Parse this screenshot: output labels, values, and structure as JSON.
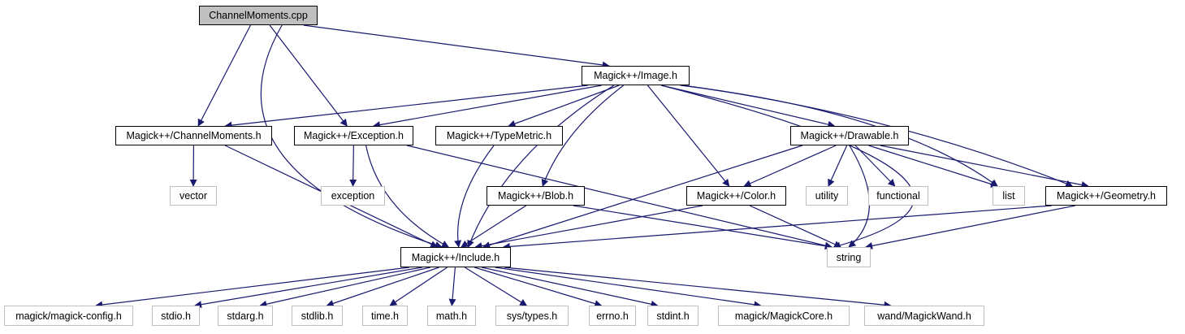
{
  "diagram": {
    "edge_color": "#191970",
    "root_fill": "#bfbfbf",
    "external_border": "#bfbfbf",
    "nodes": [
      {
        "id": "channelmoments_cpp",
        "label": "ChannelMoments.cpp",
        "kind": "root"
      },
      {
        "id": "image_h",
        "label": "Magick++/Image.h",
        "kind": "proj"
      },
      {
        "id": "channelmoments_h",
        "label": "Magick++/ChannelMoments.h",
        "kind": "proj"
      },
      {
        "id": "exception_h",
        "label": "Magick++/Exception.h",
        "kind": "proj"
      },
      {
        "id": "typemetric_h",
        "label": "Magick++/TypeMetric.h",
        "kind": "proj"
      },
      {
        "id": "drawable_h",
        "label": "Magick++/Drawable.h",
        "kind": "proj"
      },
      {
        "id": "vector",
        "label": "vector",
        "kind": "ext"
      },
      {
        "id": "exception",
        "label": "exception",
        "kind": "ext"
      },
      {
        "id": "blob_h",
        "label": "Magick++/Blob.h",
        "kind": "proj"
      },
      {
        "id": "color_h",
        "label": "Magick++/Color.h",
        "kind": "proj"
      },
      {
        "id": "utility",
        "label": "utility",
        "kind": "ext"
      },
      {
        "id": "functional",
        "label": "functional",
        "kind": "ext"
      },
      {
        "id": "list",
        "label": "list",
        "kind": "ext"
      },
      {
        "id": "geometry_h",
        "label": "Magick++/Geometry.h",
        "kind": "proj"
      },
      {
        "id": "include_h",
        "label": "Magick++/Include.h",
        "kind": "proj"
      },
      {
        "id": "string",
        "label": "string",
        "kind": "ext"
      },
      {
        "id": "magick_config_h",
        "label": "magick/magick-config.h",
        "kind": "ext"
      },
      {
        "id": "stdio_h",
        "label": "stdio.h",
        "kind": "ext"
      },
      {
        "id": "stdarg_h",
        "label": "stdarg.h",
        "kind": "ext"
      },
      {
        "id": "stdlib_h",
        "label": "stdlib.h",
        "kind": "ext"
      },
      {
        "id": "time_h",
        "label": "time.h",
        "kind": "ext"
      },
      {
        "id": "math_h",
        "label": "math.h",
        "kind": "ext"
      },
      {
        "id": "sys_types_h",
        "label": "sys/types.h",
        "kind": "ext"
      },
      {
        "id": "errno_h",
        "label": "errno.h",
        "kind": "ext"
      },
      {
        "id": "stdint_h",
        "label": "stdint.h",
        "kind": "ext"
      },
      {
        "id": "magickcore_h",
        "label": "magick/MagickCore.h",
        "kind": "ext"
      },
      {
        "id": "magickwand_h",
        "label": "wand/MagickWand.h",
        "kind": "ext"
      }
    ],
    "edges": [
      [
        "channelmoments_cpp",
        "image_h"
      ],
      [
        "channelmoments_cpp",
        "channelmoments_h"
      ],
      [
        "channelmoments_cpp",
        "exception_h"
      ],
      [
        "channelmoments_cpp",
        "include_h"
      ],
      [
        "image_h",
        "channelmoments_h"
      ],
      [
        "image_h",
        "exception_h"
      ],
      [
        "image_h",
        "typemetric_h"
      ],
      [
        "image_h",
        "drawable_h"
      ],
      [
        "image_h",
        "blob_h"
      ],
      [
        "image_h",
        "color_h"
      ],
      [
        "image_h",
        "include_h"
      ],
      [
        "image_h",
        "geometry_h"
      ],
      [
        "image_h",
        "list"
      ],
      [
        "image_h",
        "string"
      ],
      [
        "channelmoments_h",
        "vector"
      ],
      [
        "channelmoments_h",
        "include_h"
      ],
      [
        "exception_h",
        "exception"
      ],
      [
        "exception_h",
        "include_h"
      ],
      [
        "exception_h",
        "string"
      ],
      [
        "typemetric_h",
        "include_h"
      ],
      [
        "drawable_h",
        "color_h"
      ],
      [
        "drawable_h",
        "utility"
      ],
      [
        "drawable_h",
        "functional"
      ],
      [
        "drawable_h",
        "list"
      ],
      [
        "drawable_h",
        "geometry_h"
      ],
      [
        "drawable_h",
        "include_h"
      ],
      [
        "drawable_h",
        "string"
      ],
      [
        "blob_h",
        "include_h"
      ],
      [
        "blob_h",
        "string"
      ],
      [
        "color_h",
        "include_h"
      ],
      [
        "color_h",
        "string"
      ],
      [
        "geometry_h",
        "include_h"
      ],
      [
        "geometry_h",
        "string"
      ],
      [
        "include_h",
        "magick_config_h"
      ],
      [
        "include_h",
        "stdio_h"
      ],
      [
        "include_h",
        "stdarg_h"
      ],
      [
        "include_h",
        "stdlib_h"
      ],
      [
        "include_h",
        "time_h"
      ],
      [
        "include_h",
        "math_h"
      ],
      [
        "include_h",
        "sys_types_h"
      ],
      [
        "include_h",
        "errno_h"
      ],
      [
        "include_h",
        "stdint_h"
      ],
      [
        "include_h",
        "magickcore_h"
      ],
      [
        "include_h",
        "magickwand_h"
      ]
    ]
  }
}
